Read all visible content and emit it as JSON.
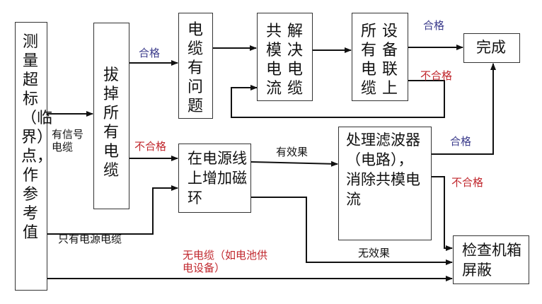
{
  "colors": {
    "pass": "#3c3c8c",
    "fail": "#c0272d",
    "line": "#111111"
  },
  "nodes": {
    "measure": "测量超标（临界）点，作参考值",
    "unplug": "拔掉所有电缆",
    "cable_problem": "电缆有问题",
    "solve_cm": "共模电流",
    "solve_cm2": "解决电缆",
    "all_dev_col1": "所有电缆",
    "all_dev_col2": "设备联上",
    "done": "完成",
    "ferrite": "在电源线上增加磁环",
    "filter": "处理滤波器（电路），消除共模电流",
    "shield": "检查机箱屏蔽"
  },
  "labels": {
    "has_signal_cable": "有信号\n电缆",
    "pass_1": "合格",
    "fail_1": "不合格",
    "pass_2": "合格",
    "fail_2": "不合格",
    "pass_3": "合格",
    "fail_3": "不合格",
    "effective": "有效果",
    "only_power": "只有电源电缆",
    "no_cable": "无电缆（如电池供\n电设备）",
    "no_effect": "无效果"
  }
}
